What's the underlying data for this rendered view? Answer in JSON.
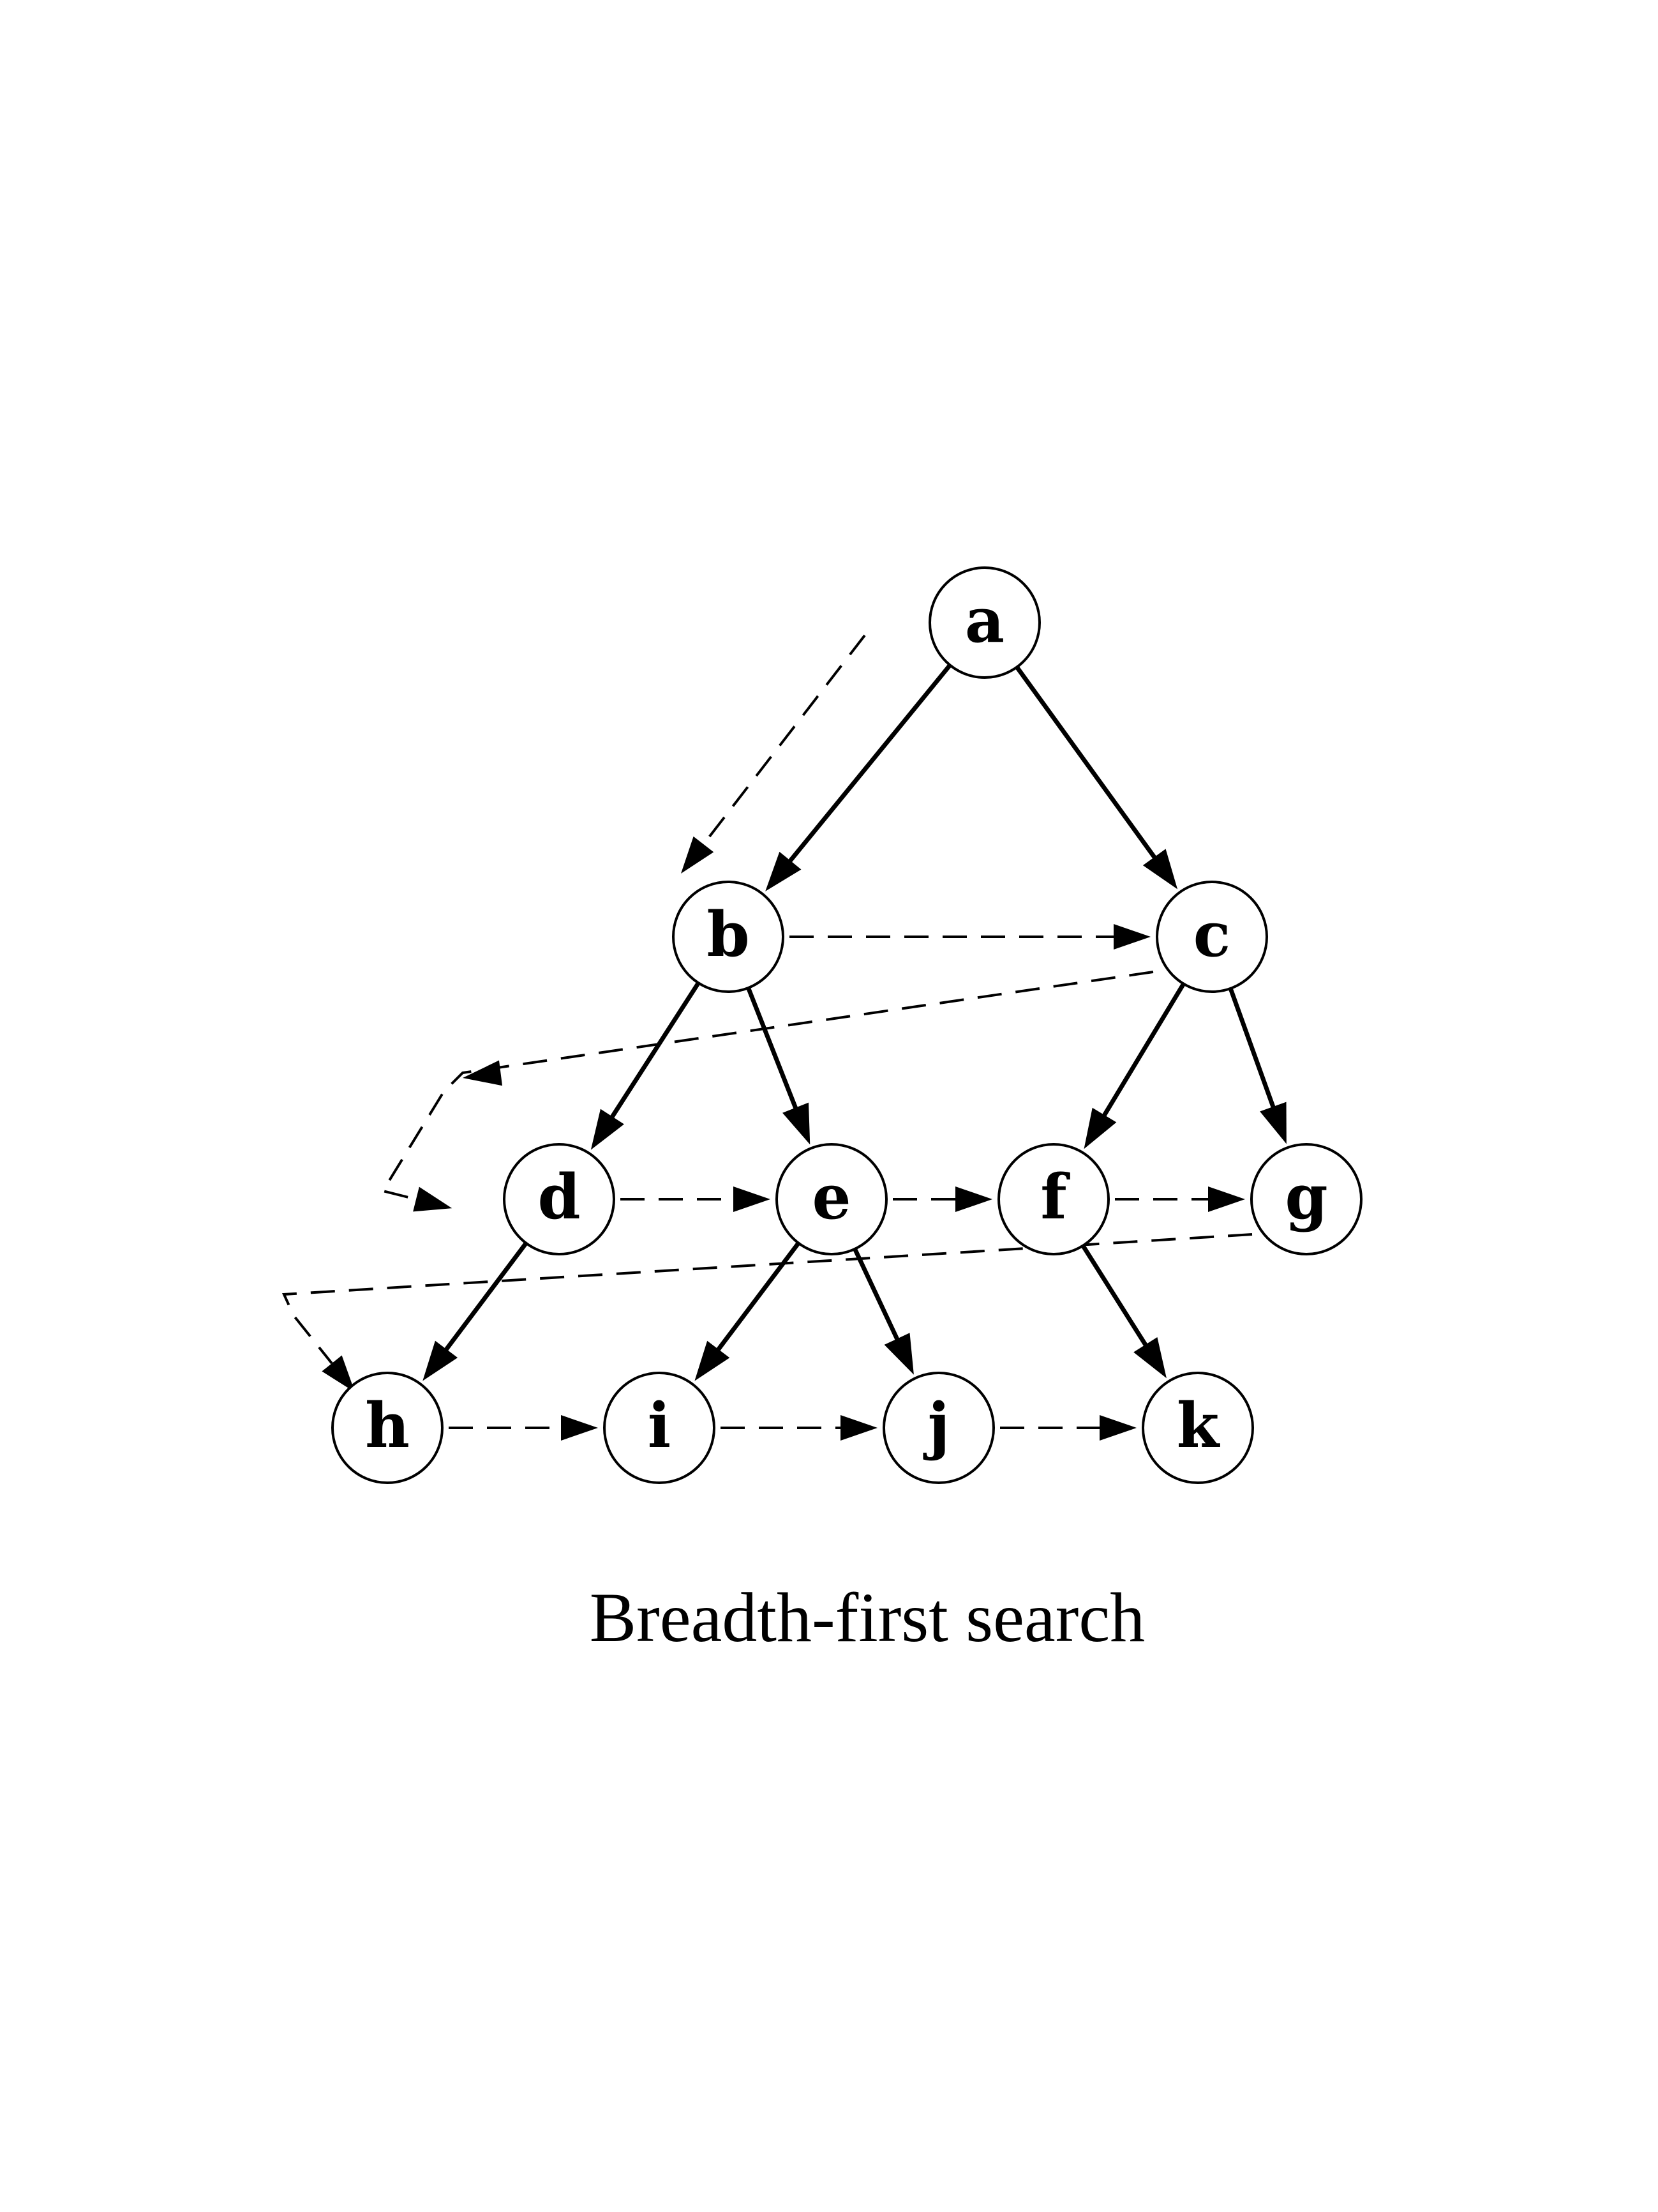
{
  "diagram": {
    "caption": "Breadth-first search",
    "nodes": [
      {
        "id": "a",
        "label": "a"
      },
      {
        "id": "b",
        "label": "b"
      },
      {
        "id": "c",
        "label": "c"
      },
      {
        "id": "d",
        "label": "d"
      },
      {
        "id": "e",
        "label": "e"
      },
      {
        "id": "f",
        "label": "f"
      },
      {
        "id": "g",
        "label": "g"
      },
      {
        "id": "h",
        "label": "h"
      },
      {
        "id": "i",
        "label": "i"
      },
      {
        "id": "j",
        "label": "j"
      },
      {
        "id": "k",
        "label": "k"
      }
    ],
    "tree_edges": [
      {
        "from": "a",
        "to": "b"
      },
      {
        "from": "a",
        "to": "c"
      },
      {
        "from": "b",
        "to": "d"
      },
      {
        "from": "b",
        "to": "e"
      },
      {
        "from": "c",
        "to": "f"
      },
      {
        "from": "c",
        "to": "g"
      },
      {
        "from": "d",
        "to": "h"
      },
      {
        "from": "e",
        "to": "i"
      },
      {
        "from": "e",
        "to": "j"
      },
      {
        "from": "f",
        "to": "k"
      }
    ],
    "traversal_order": [
      "a",
      "b",
      "c",
      "d",
      "e",
      "f",
      "g",
      "h",
      "i",
      "j",
      "k"
    ],
    "colors": {
      "stroke": "#000000",
      "background": "#ffffff"
    }
  }
}
